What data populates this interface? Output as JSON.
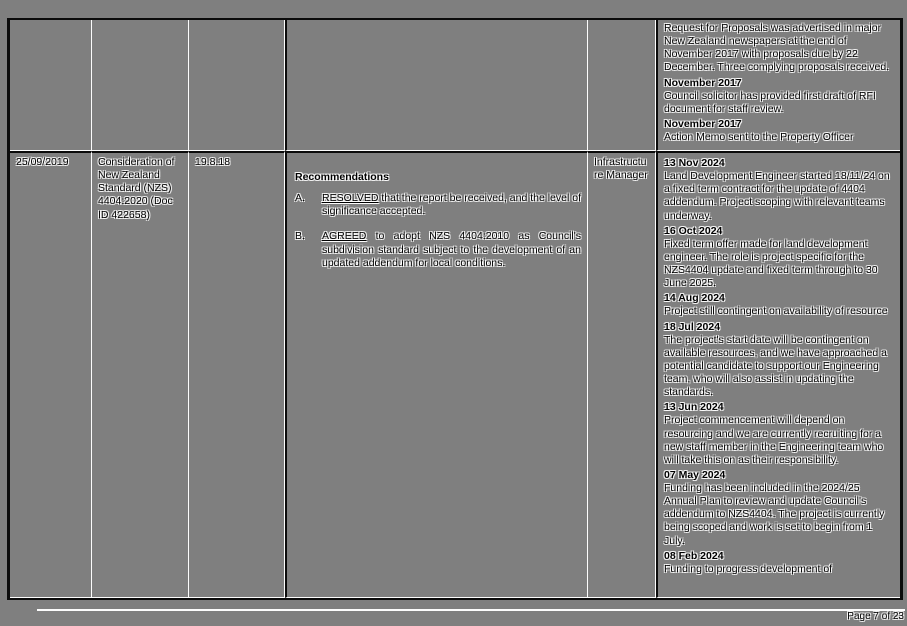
{
  "theme": {
    "page_background": "#7f7f7f",
    "text_color": "#000000",
    "text_halo": "#ffffff",
    "border_dark": "#0b0b0b",
    "border_light": "#fdfdfd"
  },
  "footer": {
    "page_label": "Page 7 of 23"
  },
  "table": {
    "rows": [
      {
        "date": "",
        "title": "",
        "item_no": "",
        "owner": "",
        "updates": [
          {
            "heading": "",
            "body": "Request for Proposals was advertised in major New Zealand newspapers at the end of November 2017 with proposals due by 22 December. Three complying proposals received."
          },
          {
            "heading": "November 2017",
            "body": "Council solicitor has provided first draft of RFI document for staff review."
          },
          {
            "heading": "November 2017",
            "body": "Action Memo sent to the Property Officer"
          }
        ]
      },
      {
        "date": "25/09/2019",
        "title": "Consideration of New Zealand Standard (NZS) 4404:2020 (Doc ID 422658)",
        "item_no": "19.8.18",
        "owner": "Infrastructure Manager",
        "recommendations": {
          "heading": "Recommendations",
          "items": [
            {
              "letter": "A.",
              "keyword": "RESOLVED",
              "text": " that the report be received, and the level of significance accepted."
            },
            {
              "letter": "B.",
              "keyword": "AGREED",
              "text": " to adopt NZS 4404:2010 as Council's subdivision standard subject to the development of an updated addendum for local conditions."
            }
          ]
        },
        "updates": [
          {
            "heading": "13 Nov 2024",
            "body": "Land Development Engineer started 18/11/24 on a fixed term contract for the update of 4404 addendum. Project scoping with relevant teams underway."
          },
          {
            "heading": "16 Oct 2024",
            "body": "Fixed term offer made for land development engineer. The role is project specific for the NZS4404 update and fixed term through to 30 June 2025."
          },
          {
            "heading": "14 Aug 2024",
            "body": "Project still contingent on availability of resource"
          },
          {
            "heading": "18 Jul 2024",
            "body": "The project's start date will be contingent on available resources, and we have approached a potential candidate to support our Engineering team, who will also assist in updating the standards."
          },
          {
            "heading": "13 Jun 2024",
            "body": "Project commencement will depend on resourcing and we are currently recruiting for a new staff member in the Engineering team who will take this on as their responsibility."
          },
          {
            "heading": "07 May 2024",
            "body": "Funding has been included in the 2024/25 Annual Plan to review and update Council's addendum to NZS4404. The project is currently being scoped and work is set to begin from 1 July."
          },
          {
            "heading": "08 Feb 2024",
            "body": "Funding to progress development of"
          }
        ]
      }
    ]
  }
}
